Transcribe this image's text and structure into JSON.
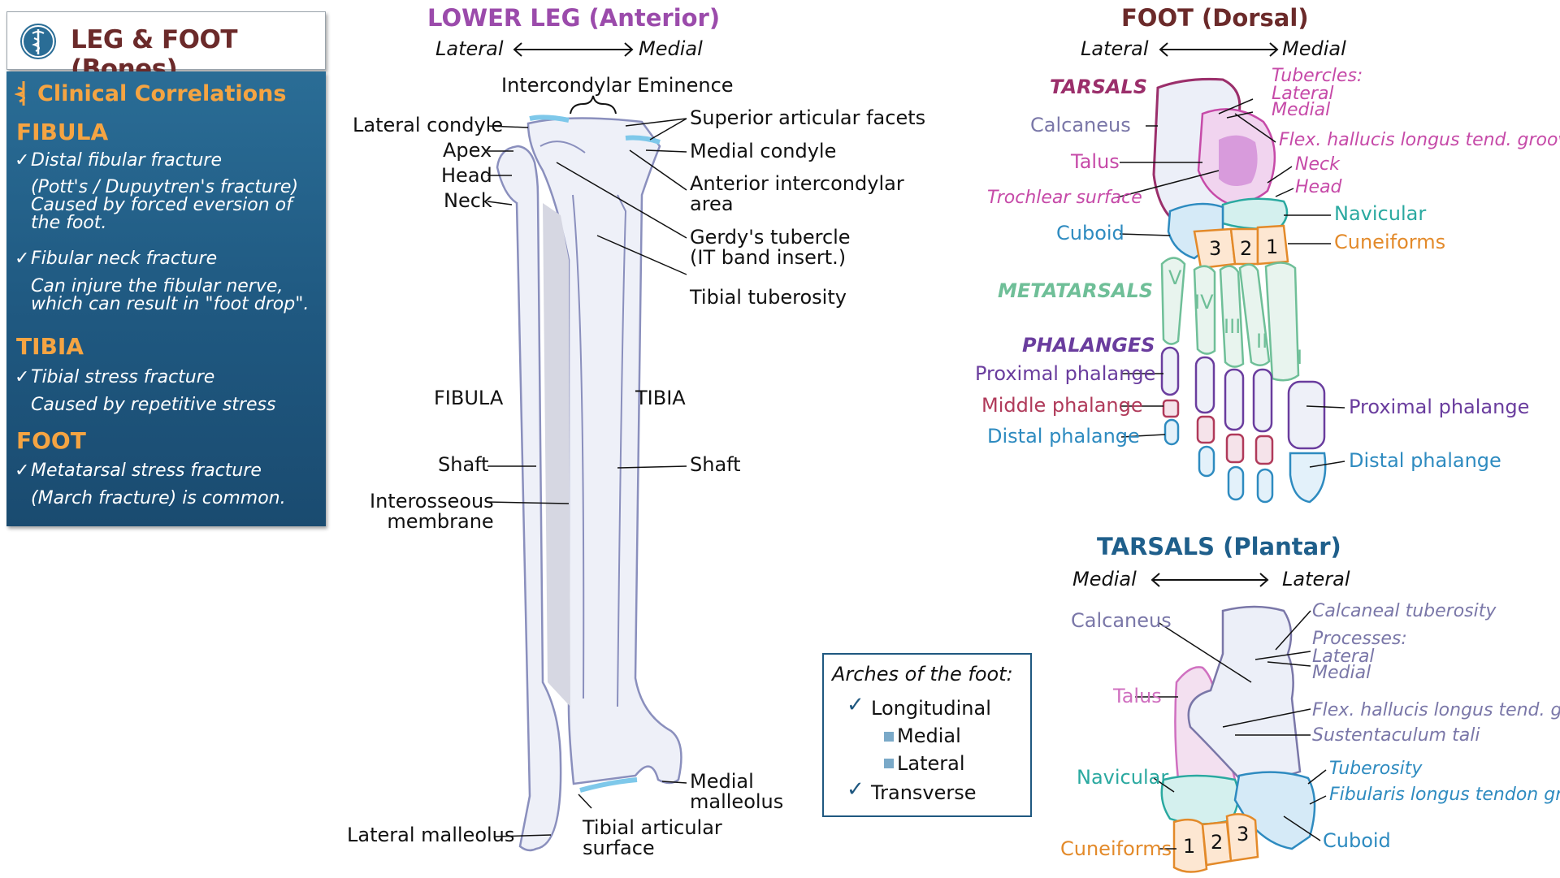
{
  "title": "LEG & FOOT (Bones)",
  "clinical": {
    "heading": "Clinical Correlations",
    "fibula_heading": "FIBULA",
    "fibula_item1": "Distal fibular fracture",
    "fibula_item1_desc": "(Pott's / Dupuytren's fracture)\nCaused by forced eversion of\nthe foot.",
    "fibula_item2": "Fibular neck fracture",
    "fibula_item2_desc": "Can injure the fibular nerve,\nwhich can result in \"foot drop\".",
    "tibia_heading": "TIBIA",
    "tibia_item1": "Tibial stress fracture",
    "tibia_item1_desc": "Caused by repetitive stress",
    "foot_heading": "FOOT",
    "foot_item1": "Metatarsal stress fracture",
    "foot_item1_desc": "(March fracture) is common."
  },
  "lower_leg": {
    "title": "LOWER LEG (Anterior)",
    "lateral": "Lateral",
    "medial": "Medial",
    "intercondylar_eminence": "Intercondylar Eminence",
    "lateral_condyle": "Lateral condyle",
    "apex": "Apex",
    "head": "Head",
    "neck": "Neck",
    "superior_articular_facets": "Superior articular facets",
    "medial_condyle": "Medial condyle",
    "anterior_intercondylar_area": "Anterior intercondylar\narea",
    "gerdys_tubercle": "Gerdy's tubercle\n(IT band insert.)",
    "tibial_tuberosity": "Tibial tuberosity",
    "fibula": "FIBULA",
    "tibia": "TIBIA",
    "shaft_left": "Shaft",
    "shaft_right": "Shaft",
    "interosseous_membrane": "Interosseous\nmembrane",
    "medial_malleolus": "Medial\nmalleolus",
    "tibial_articular_surface": "Tibial articular\nsurface",
    "lateral_malleolus": "Lateral malleolus"
  },
  "foot_dorsal": {
    "title": "FOOT (Dorsal)",
    "lateral": "Lateral",
    "medial": "Medial",
    "tarsals": "TARSALS",
    "calcaneus": "Calcaneus",
    "talus": "Talus",
    "trochlear_surface": "Trochlear surface",
    "cuboid": "Cuboid",
    "tubercles": "Tubercles:",
    "tubercle_lateral": "Lateral",
    "tubercle_medial": "Medial",
    "flex_groove": "Flex. hallucis longus tend. groove",
    "neck": "Neck",
    "head": "Head",
    "navicular": "Navicular",
    "cuneiforms": "Cuneiforms",
    "cuneiform_numbers": [
      "3",
      "2",
      "1"
    ],
    "metatarsals": "METATARSALS",
    "metatarsal_numerals": [
      "V",
      "IV",
      "III",
      "II",
      "I"
    ],
    "phalanges": "PHALANGES",
    "proximal_left": "Proximal phalange",
    "middle_left": "Middle phalange",
    "distal_left": "Distal phalange",
    "proximal_right": "Proximal phalange",
    "distal_right": "Distal phalange"
  },
  "tarsals_plantar": {
    "title": "TARSALS (Plantar)",
    "medial": "Medial",
    "lateral": "Lateral",
    "calcaneus": "Calcaneus",
    "talus": "Talus",
    "navicular": "Navicular",
    "cuneiforms": "Cuneiforms",
    "cuneiform_numbers": [
      "1",
      "2",
      "3"
    ],
    "calcaneal_tuberosity": "Calcaneal tuberosity",
    "processes": "Processes:",
    "process_lateral": "Lateral",
    "process_medial": "Medial",
    "flex_groove": "Flex. hallucis longus tend. groove",
    "sustentaculum": "Sustentaculum tali",
    "tuberosity": "Tuberosity",
    "fibularis_groove": "Fibularis longus tendon groove",
    "cuboid": "Cuboid"
  },
  "arches": {
    "title": "Arches of the foot:",
    "longitudinal": "Longitudinal",
    "medial": "Medial",
    "lateral": "Lateral",
    "transverse": "Transverse"
  },
  "colors": {
    "bone_fill": "#eef0f8",
    "bone_stroke": "#8a8fbd",
    "cartilage": "#7ec8ea",
    "title_purple": "#9b4bab",
    "title_maroon": "#6b2a2a",
    "title_blue": "#1f5f8b",
    "panel_blue": "#1f5880",
    "orange": "#f5a442"
  }
}
